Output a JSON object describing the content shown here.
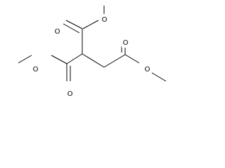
{
  "molecule": {
    "atoms": [
      {
        "id": "a1",
        "element": "O",
        "label": "O"
      },
      {
        "id": "a2",
        "element": "O",
        "label": "O"
      },
      {
        "id": "a3",
        "element": "O",
        "label": "O"
      },
      {
        "id": "a4",
        "element": "O",
        "label": "O"
      },
      {
        "id": "a5",
        "element": "O",
        "label": "O"
      },
      {
        "id": "a6",
        "element": "O",
        "label": "O"
      }
    ],
    "colors": {
      "bond": "#000000",
      "label": "#000000",
      "background": "#ffffff"
    }
  }
}
